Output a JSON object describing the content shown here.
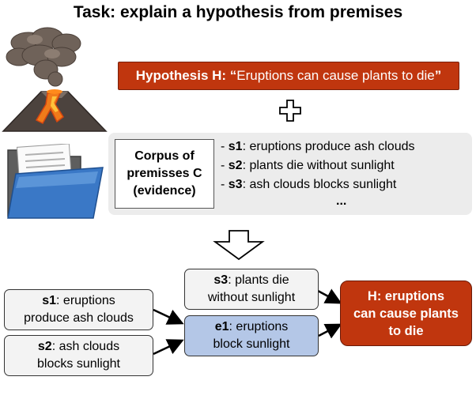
{
  "title": "Task: explain a hypothesis from premises",
  "hypothesis": {
    "prefix": "Hypothesis H: “",
    "text": "Eruptions can cause plants to die",
    "suffix": "”"
  },
  "corpus": {
    "label_lines": [
      "Corpus of",
      "premisses C",
      "(evidence)"
    ],
    "premises": [
      {
        "id": "s1",
        "text": ": eruptions produce ash clouds"
      },
      {
        "id": "s2",
        "text": ": plants die without sunlight"
      },
      {
        "id": "s3",
        "text": ": ash clouds blocks sunlight"
      }
    ],
    "ellipsis": "..."
  },
  "tree": {
    "s1": {
      "id": "s1",
      "line1": ": eruptions",
      "line2": "produce ash clouds"
    },
    "s2": {
      "id": "s2",
      "line1": ": ash clouds",
      "line2": "blocks sunlight"
    },
    "s3": {
      "id": "s3",
      "line1": ": plants die",
      "line2": "without sunlight"
    },
    "e1": {
      "id": "e1",
      "line1": ": eruptions",
      "line2": "block sunlight"
    },
    "h": {
      "lines": [
        "H: eruptions",
        "can cause plants",
        "to die"
      ]
    }
  },
  "icons": {
    "volcano": "volcano-icon",
    "folder": "folder-icon",
    "plus": "plus-icon",
    "down_arrow": "down-arrow-icon"
  },
  "colors": {
    "hypothesis_red": "#c0360e",
    "intermediate_blue": "#b4c7e7",
    "premise_gray": "#f3f3f3",
    "corpus_bg": "#ececec"
  }
}
